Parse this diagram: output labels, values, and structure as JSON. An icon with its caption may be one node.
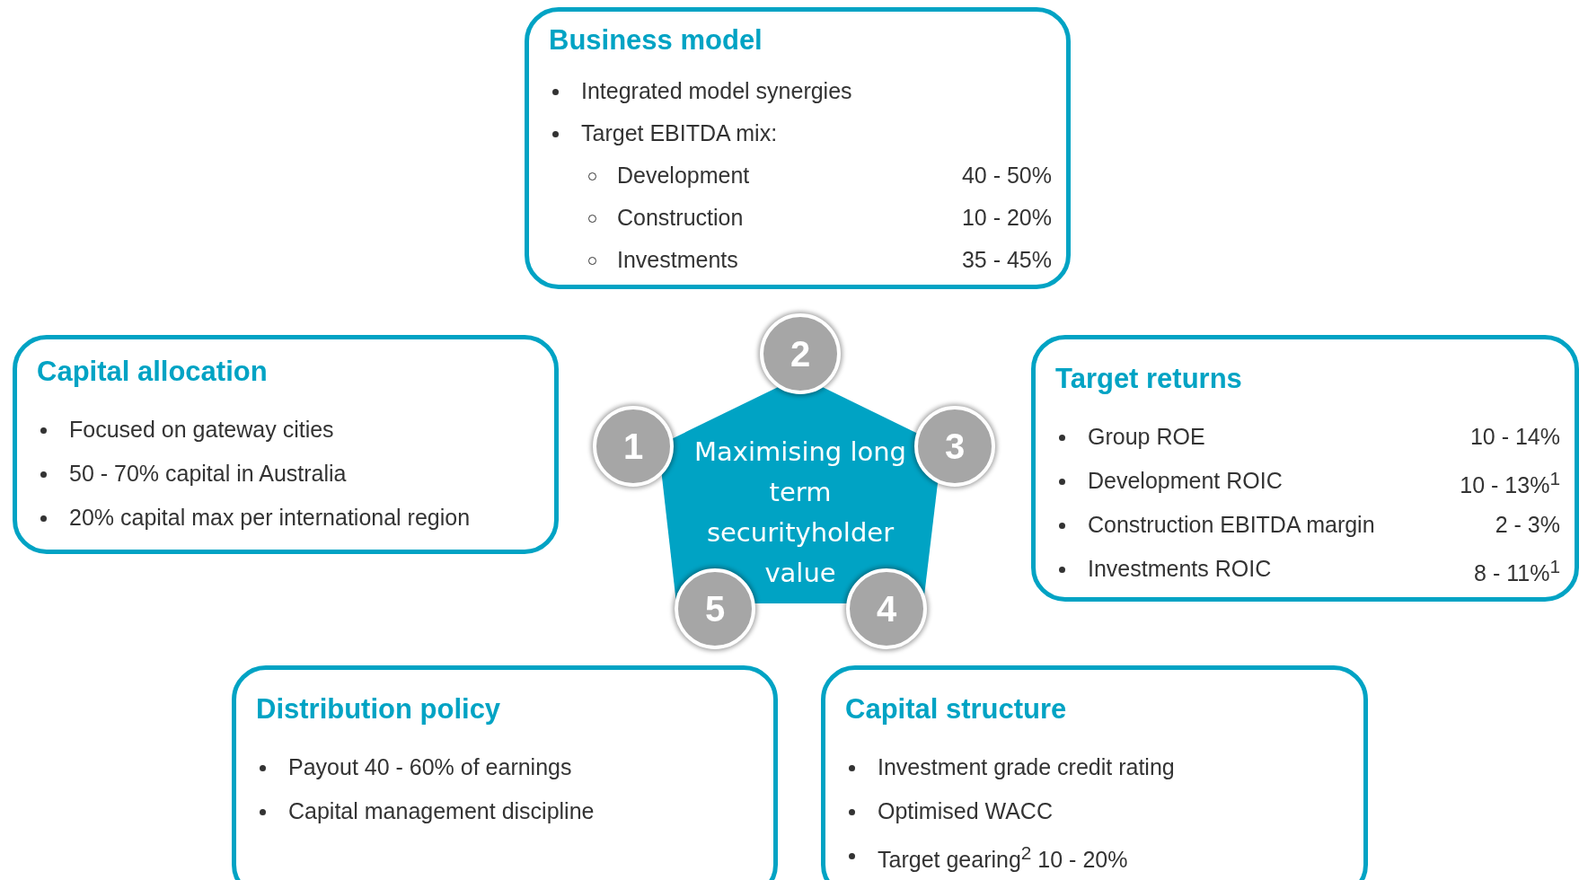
{
  "diagram": {
    "nodes": [
      {
        "text": [
          "Business model",
          "Integrated model synergies",
          "Target EBITDA mix:",
          "Development",
          "40 - 50%",
          "Construction",
          "10 - 20%",
          "Investments",
          "35 - 45%"
        ]
      },
      {
        "text": [
          "Capital allocation",
          "Focused on gateway cities",
          "50 - 70% capital in Australia",
          "20% capital max per international region"
        ]
      },
      {
        "text": [
          "Target returns",
          "Group ROE",
          "10 - 14%",
          "Development ROIC",
          "10 - 13%$^{1}$",
          "Construction EBITDA margin",
          "2 - 3%",
          "Investments ROIC",
          "8 - 11%$^{1}$"
        ]
      },
      {
        "text": [
          "Distribution policy",
          "Payout 40 - 60% of earnings",
          "Capital management discipline"
        ]
      },
      {
        "text": [
          "Capital structure",
          "Investment grade credit rating",
          "Optimised WACC",
          "Target gearing$^{2}$ 10 - 20%"
        ]
      },
      {
        "text": [
          "Maximising long term securityholder value"
        ]
      },
      {
        "text": [
          "1"
        ]
      },
      {
        "text": [
          "2"
        ]
      },
      {
        "text": [
          "3"
        ]
      },
      {
        "text": [
          "4"
        ]
      },
      {
        "text": [
          "5"
        ]
      }
    ],
    "edges": []
  }
}
